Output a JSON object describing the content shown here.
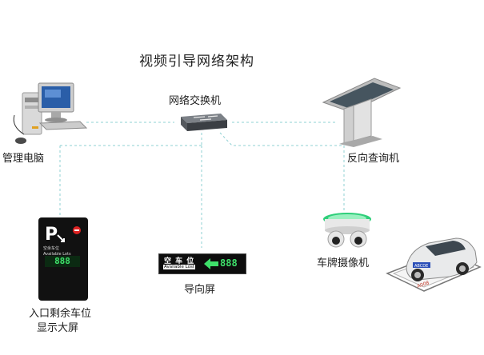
{
  "title": "视频引导网络架构",
  "nodes": {
    "switch": {
      "label": "网络交换机"
    },
    "management_pc": {
      "label": "管理电脑"
    },
    "query_kiosk": {
      "label": "反向查询机"
    },
    "entrance_display": {
      "label_line1": "入口剩余车位",
      "label_line2": "显示大屏",
      "panel_line1": "空余车位",
      "panel_line2": "Available Lots",
      "count": "888"
    },
    "guide_screen": {
      "label": "导向屏",
      "panel_title": "空 车 位",
      "panel_sub": "Available Lost",
      "count": "888"
    },
    "plate_camera": {
      "label": "车牌摄像机"
    },
    "car": {
      "plate_text": "ABCDE",
      "floor_text": "A008"
    }
  }
}
